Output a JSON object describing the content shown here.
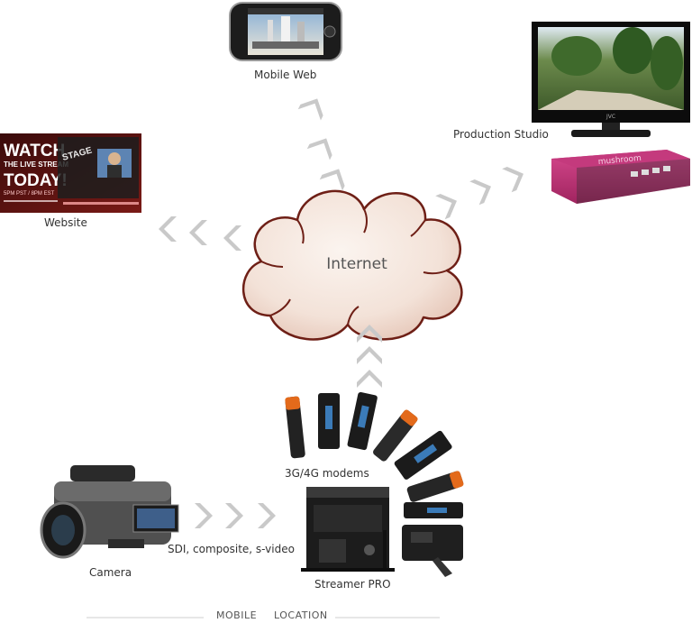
{
  "cloud": {
    "label": "Internet"
  },
  "nodes": {
    "mobile_web": "Mobile Web",
    "production_studio": "Production Studio",
    "website": "Website",
    "modems": "3G/4G modems",
    "streamer": "Streamer PRO",
    "camera": "Camera",
    "camera_link": "SDI, composite, s-video"
  },
  "website_screen": {
    "line1": "WATCH",
    "line2": "THE LIVE STREAM",
    "line3": "TODAY!",
    "line4": "5PM PST / 8PM EST",
    "stage_word": "STAGE"
  },
  "appliance_brand": "mushroom",
  "tv_brand": "JVC",
  "footer": {
    "left": "MOBILE",
    "right": "LOCATION"
  }
}
